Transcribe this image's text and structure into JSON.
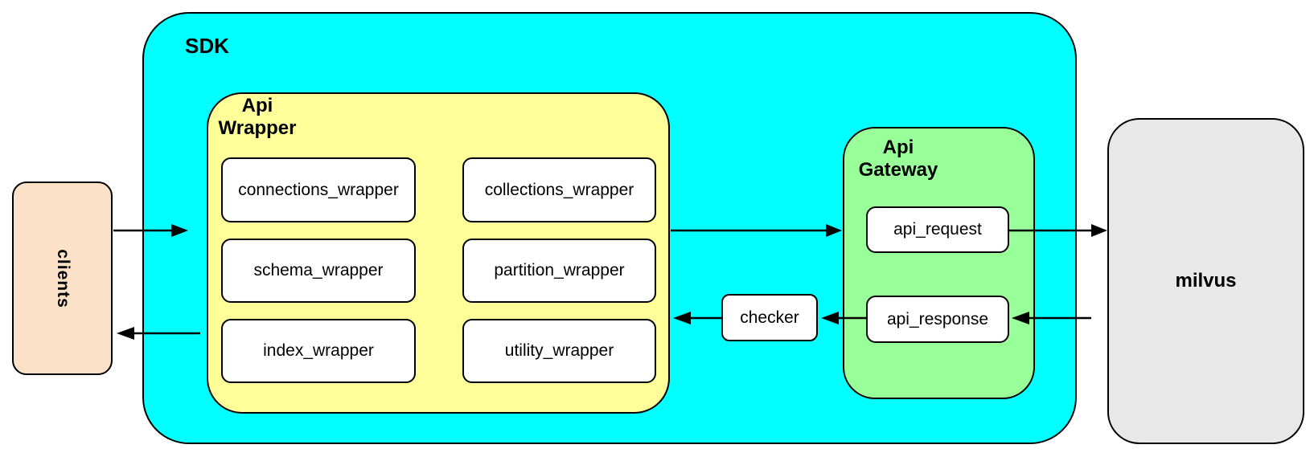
{
  "diagram": {
    "nodes": {
      "clients": {
        "label": "clients",
        "fill": "#fae1c8"
      },
      "sdk": {
        "label": "SDK",
        "fill": "#00ffff"
      },
      "api_wrapper": {
        "label_line1": "Api",
        "label_line2": "Wrapper",
        "fill": "#ffff99",
        "boxes": [
          "connections_wrapper",
          "collections_wrapper",
          "schema_wrapper",
          "partition_wrapper",
          "index_wrapper",
          "utility_wrapper"
        ]
      },
      "checker": {
        "label": "checker",
        "fill": "#ffffff"
      },
      "api_gateway": {
        "label_line1": "Api",
        "label_line2": "Gateway",
        "fill": "#99ff99",
        "boxes": [
          "api_request",
          "api_response"
        ]
      },
      "milvus": {
        "label": "milvus",
        "fill": "#e8e8e8"
      }
    },
    "edges": [
      {
        "from": "clients",
        "to": "sdk"
      },
      {
        "from": "api_wrapper",
        "to": "api_gateway"
      },
      {
        "from": "api_request",
        "to": "milvus"
      },
      {
        "from": "milvus",
        "to": "api_response"
      },
      {
        "from": "api_response",
        "to": "checker"
      },
      {
        "from": "checker",
        "to": "api_wrapper"
      },
      {
        "from": "sdk",
        "to": "clients"
      }
    ],
    "colors": {
      "sdk_cyan": "#00ffff",
      "wrapper_yellow": "#ffff99",
      "gateway_green": "#99ff99",
      "clients_peach": "#fae1c8",
      "milvus_gray": "#e8e8e8",
      "border_black": "#000000"
    }
  }
}
